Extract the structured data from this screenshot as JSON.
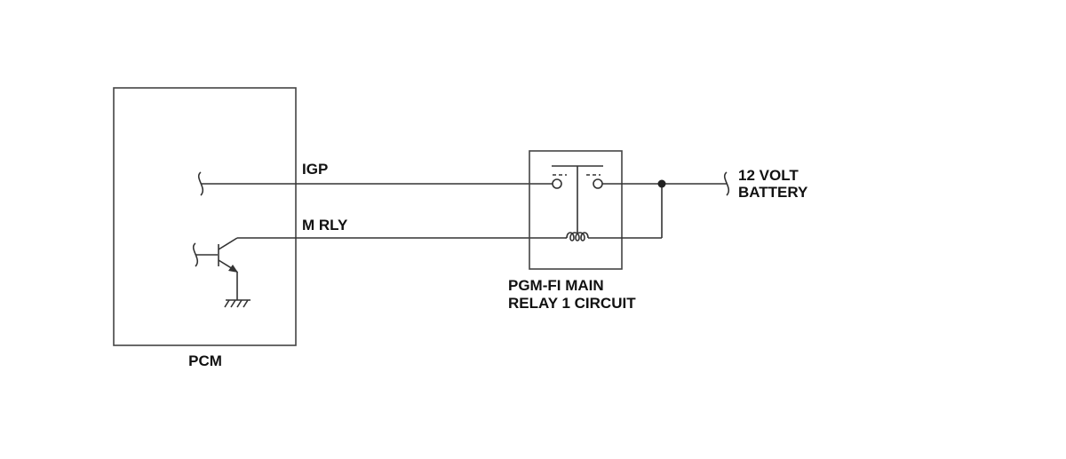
{
  "pcm": {
    "label": "PCM"
  },
  "signals": {
    "igp": "IGP",
    "m_rly": "M RLY"
  },
  "relay": {
    "label_line1": "PGM-FI MAIN",
    "label_line2": "RELAY 1 CIRCUIT"
  },
  "battery": {
    "label_line1": "12 VOLT",
    "label_line2": "BATTERY"
  },
  "colors": {
    "line": "#333333",
    "text": "#111111",
    "background": "#ffffff"
  }
}
